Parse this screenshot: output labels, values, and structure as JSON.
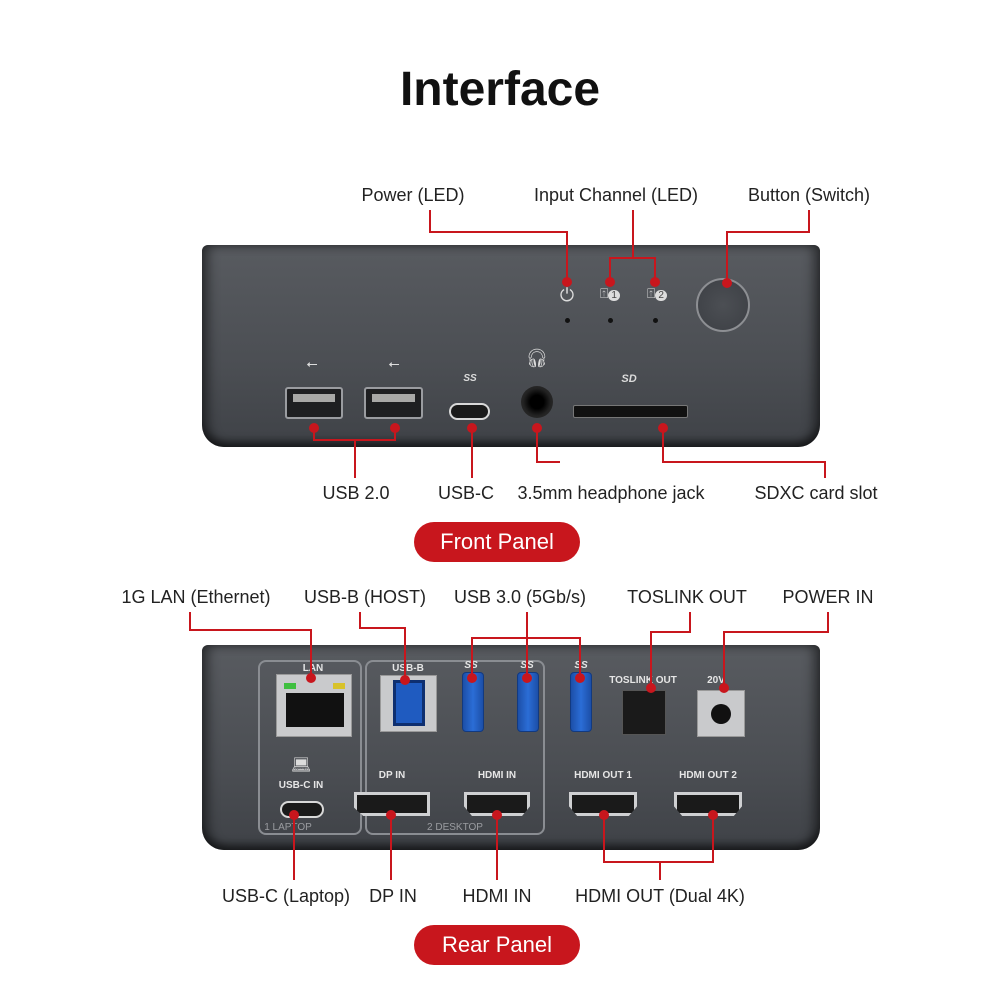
{
  "title": "Interface",
  "front": {
    "top_labels": {
      "power": "Power (LED)",
      "input": "Input Channel (LED)",
      "button": "Button (Switch)"
    },
    "bottom_labels": {
      "usb2": "USB 2.0",
      "usbc": "USB-C",
      "jack": "3.5mm headphone jack",
      "sd": "SDXC card slot"
    },
    "panel_text": {
      "ch1": "1",
      "ch2": "2",
      "sd": "SD",
      "ss": "SS"
    },
    "badge": "Front Panel"
  },
  "rear": {
    "top_labels": {
      "lan": "1G LAN (Ethernet)",
      "usbb": "USB-B (HOST)",
      "usb3": "USB 3.0 (5Gb/s)",
      "toslink": "TOSLINK OUT",
      "power": "POWER IN"
    },
    "bottom_labels": {
      "usbc": "USB-C (Laptop)",
      "dp": "DP IN",
      "hdmi_in": "HDMI IN",
      "hdmi_out": "HDMI OUT (Dual 4K)"
    },
    "panel_text": {
      "lan": "LAN",
      "usbb": "USB-B",
      "toslink": "TOSLINK OUT",
      "power": "20V",
      "dp": "DP IN",
      "hdmi_in": "HDMI IN",
      "hdmi_out1": "HDMI OUT 1",
      "hdmi_out2": "HDMI OUT 2",
      "usbc_in": "USB-C IN",
      "laptop": "1 LAPTOP",
      "desktop": "2 DESKTOP",
      "ss": "SS"
    },
    "badge": "Rear Panel"
  },
  "colors": {
    "accent": "#c8161d",
    "device": "#4b4e53"
  }
}
